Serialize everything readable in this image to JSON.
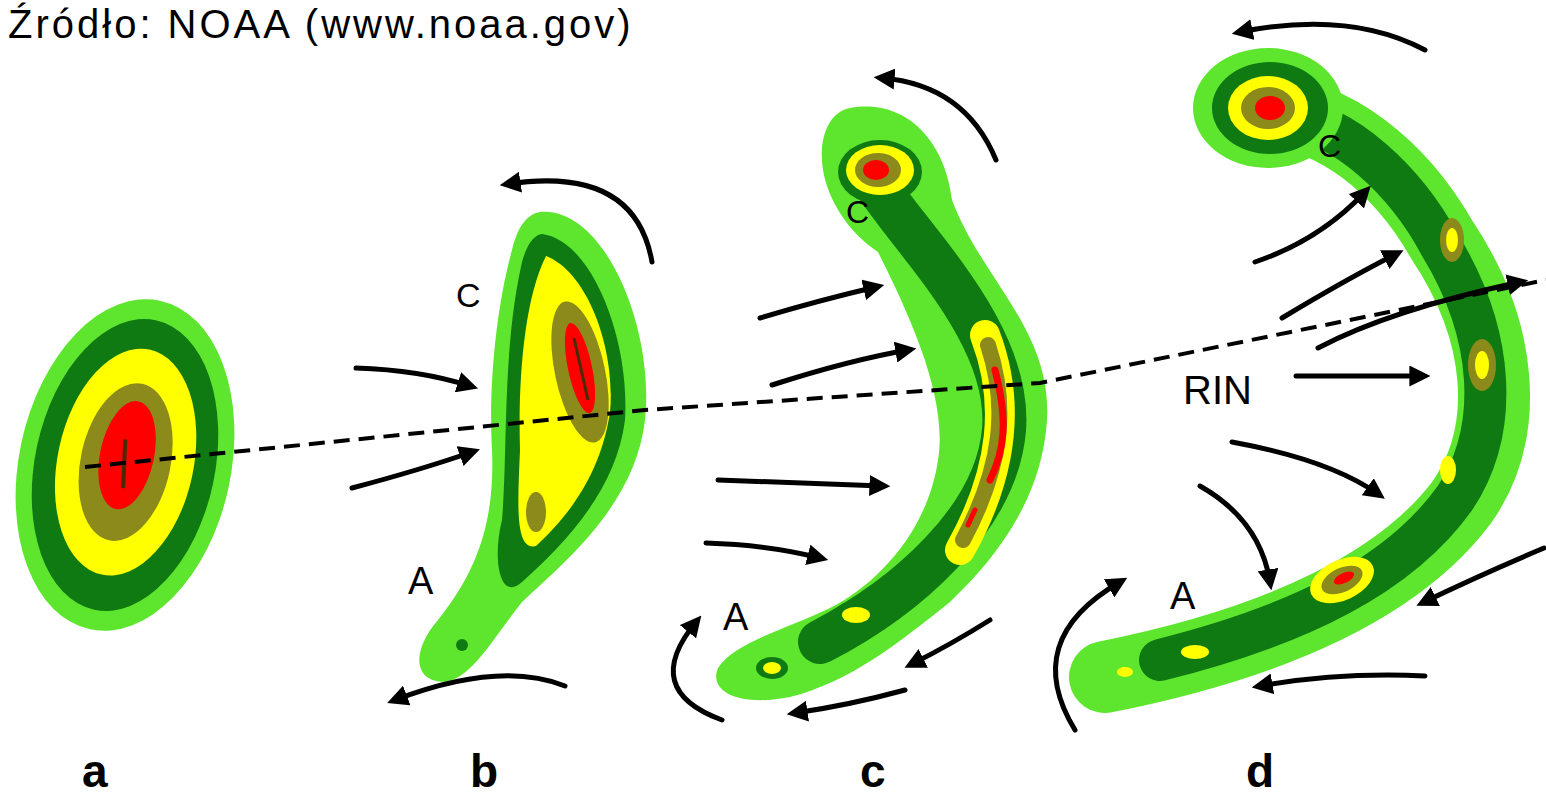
{
  "diagram": {
    "labels": [
      "Źródło: NOAA (www.noaa.gov)",
      "C",
      "A",
      "C",
      "A",
      "C",
      "RIN",
      "A",
      "a",
      "b",
      "c",
      "d"
    ]
  }
}
